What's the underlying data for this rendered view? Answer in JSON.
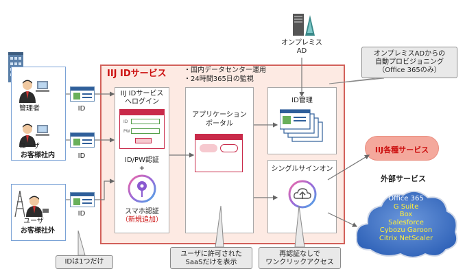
{
  "service": {
    "title": "IIJ IDサービス",
    "bullets": [
      "・国内データセンター運用",
      "・24時間365日の監視"
    ]
  },
  "clients": [
    {
      "label": "管理者",
      "sub": "",
      "id_label": "ID"
    },
    {
      "label": "ユーザ",
      "sub": "お客様社内",
      "id_label": "ID"
    },
    {
      "label": "ユーザ",
      "sub": "お客様社外",
      "id_label": "ID"
    }
  ],
  "login": {
    "title_line1": "IIJ IDサービス",
    "title_line2": "へログイン",
    "form_id": "ID",
    "form_pw": "PW",
    "auth_line1": "ID/PW認証",
    "auth_plus": "+",
    "smart_line1": "スマホ認証",
    "smart_line2": "（新規追加）"
  },
  "portal": {
    "title_line1": "アプリケーション",
    "title_line2": "ポータル"
  },
  "idmgmt": {
    "title": "ID管理"
  },
  "sso": {
    "title": "シングルサインオン"
  },
  "onprem": {
    "line1": "オンプレミス",
    "line2": "AD"
  },
  "callouts": {
    "provisioning": [
      "オンプレミスADからの",
      "自動プロビジョニング",
      "（Office 365のみ）"
    ],
    "one_id": "IDは1つだけ",
    "saas": [
      "ユーザに許可された",
      "SaaSだけを表示"
    ],
    "one_click": [
      "再認証なしで",
      "ワンクリックアクセス"
    ]
  },
  "iij_services": "IIJ各種サービス",
  "external": {
    "title": "外部サービス",
    "items": [
      "Office 365",
      "G Suite",
      "Box",
      "Salesforce",
      "Cybozu Garoon",
      "Citrix NetScaler"
    ]
  },
  "colors": {
    "brand_red": "#cc1111",
    "panel_fill": "#fdeae3",
    "cloud_blue": "#3f73c6",
    "iij_pill": "#f4a89c"
  }
}
